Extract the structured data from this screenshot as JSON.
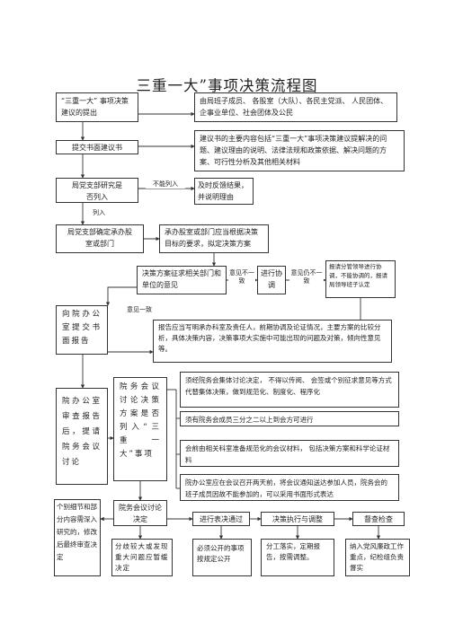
{
  "title": "三重一大”事项决策流程图",
  "boxes": {
    "proposal": "“三重一大” 事项决策建议的提出",
    "proposers": "由局班子成员、  各股室（大队）、各民主党派、  人民团体、企事业单位、社会团体及公民",
    "submit": "提交书面建议书",
    "content": "建议书的主要内容包括“三重一大”事项决策建议提解决的问题、建议理由的说明、法律法规和政策依据、解决问题的方案、可行性分析及其他相关材料",
    "party_study": "局党支部研究是否列入",
    "feedback": "及时反馈结果，并说明理由",
    "party_assign": "局党支部确定承办股室或部门",
    "assign_req": "承办股室或部门应当根据决策目标的要求，拟定决策方案",
    "solicit": "决策方案征求相关部门和单位的意见",
    "coordinate": "进行协调",
    "report_leader": "报请分管领导进行协调，不能协调的，报请局领导班子认定",
    "submit_office": "向院办公室提交书面报告",
    "report_content": "报告应当写明承办科室及责任人，前期协调及论证情况，主要方案的比较分析，具体决策内容，决策事项大实施中可能出现的问题及对策，倾向性意见等。",
    "office_review": "院办公室审查报告后，提请院务会议讨论",
    "court_list": "院务会议讨论决策方案是否列入“三重一大”事项",
    "rule1": "须经院务会集体讨论决定，   不得以传阅、  会签或个别征求意见等方式代替集体决策，做到规范化、制度化、程序化",
    "rule2": "须有院务会成员三分之二以上到会方可进行",
    "rule3": "会前由相关科室准备规范化的会议材料，     包括决策方案和科学论证材料",
    "rule4": "院办公室应在会议召开两天前，将会议通知送达参加人员，院务会的班子成员因故不能参加的，可以采用书面形式表达",
    "individual": "个别细节和部分内容需深入研究的，修改后最终审查决定",
    "meeting_decide": "院务会议讨论决定",
    "vote": "进行表决通过",
    "execute": "决策执行与调整",
    "supervise": "督查检查",
    "disagree": "分歧较大或发现重大问题应暂缓决定",
    "public": "必须公开的事项按规定公开",
    "divide": "分工落实，定期报告，按需调整。",
    "discipline": "纳入党风廉政工作重点，纪检组负责督实"
  },
  "labels": {
    "not_listed": "不能列入",
    "listed": "列入",
    "disagree1": "意见不一致",
    "disagree2": "意见仍不一致",
    "agree": "意见一致"
  }
}
